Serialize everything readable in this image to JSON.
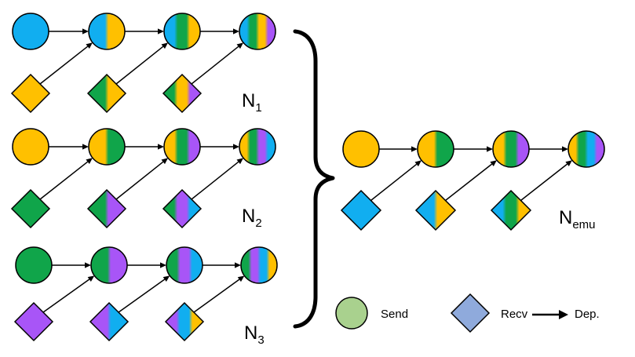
{
  "colors": {
    "blue": "#11aef0",
    "orange": "#ffc000",
    "green": "#10a54a",
    "purple": "#a855f7",
    "legend_send": "#a9d18e",
    "legend_recv": "#8faadc",
    "stroke": "#000000"
  },
  "networks": [
    {
      "name": "N",
      "sub": "1",
      "sends": [
        [
          "blue"
        ],
        [
          "blue",
          "orange"
        ],
        [
          "blue",
          "green",
          "orange"
        ],
        [
          "blue",
          "green",
          "orange",
          "purple"
        ]
      ],
      "recvs": [
        [
          "orange"
        ],
        [
          "green",
          "orange"
        ],
        [
          "green",
          "orange",
          "purple"
        ]
      ]
    },
    {
      "name": "N",
      "sub": "2",
      "sends": [
        [
          "orange"
        ],
        [
          "orange",
          "green"
        ],
        [
          "orange",
          "green",
          "purple"
        ],
        [
          "orange",
          "green",
          "purple",
          "blue"
        ]
      ],
      "recvs": [
        [
          "green"
        ],
        [
          "green",
          "purple"
        ],
        [
          "green",
          "purple",
          "blue"
        ]
      ]
    },
    {
      "name": "N",
      "sub": "3",
      "sends": [
        [
          "green"
        ],
        [
          "green",
          "purple"
        ],
        [
          "green",
          "purple",
          "blue"
        ],
        [
          "green",
          "purple",
          "blue",
          "orange"
        ]
      ],
      "recvs": [
        [
          "purple"
        ],
        [
          "purple",
          "blue"
        ],
        [
          "purple",
          "blue",
          "orange"
        ]
      ]
    }
  ],
  "emulated": {
    "name": "N",
    "sub": "emu",
    "sends": [
      [
        "orange"
      ],
      [
        "orange",
        "green"
      ],
      [
        "orange",
        "green",
        "purple"
      ],
      [
        "orange",
        "green",
        "blue",
        "purple"
      ]
    ],
    "recvs": [
      [
        "blue"
      ],
      [
        "blue",
        "orange"
      ],
      [
        "blue",
        "green",
        "orange"
      ]
    ]
  },
  "legend": {
    "send": "Send",
    "recv": "Recv",
    "dep": "Dep."
  }
}
